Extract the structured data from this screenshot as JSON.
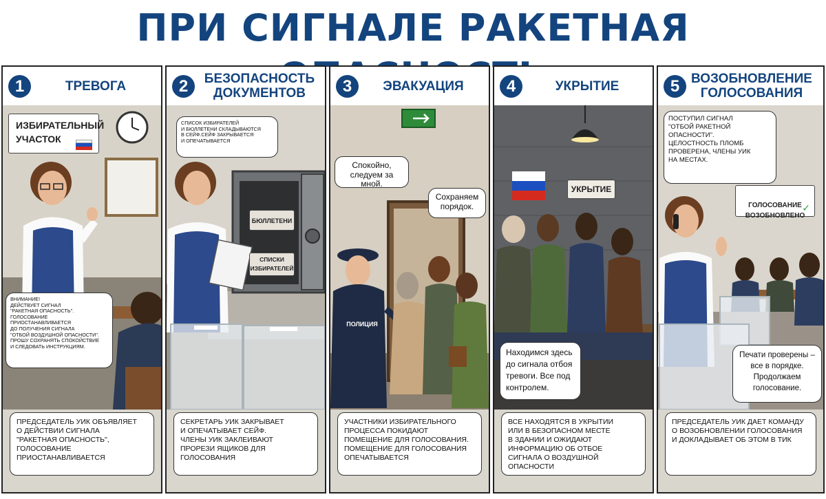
{
  "title": "ПРИ СИГНАЛЕ РАКЕТНАЯ ОПАСНОСТЬ",
  "colors": {
    "title": "#13447e",
    "badge": "#13447e"
  },
  "panels": [
    {
      "number": "1",
      "title": "ТРЕВОГА",
      "sign": "ИЗБИРАТЕЛЬНЫЙ\nУЧАСТОК",
      "notice": "ВНИМАНИЕ!\nДЕЙСТВУЕТ СИГНАЛ\n\"РАКЕТНАЯ ОПАСНОСТЬ\".\nГОЛОСОВАНИЕ ПРИОСТАНАВЛИВАЕТСЯ\nДО ПОЛУЧЕНИЯ СИГНАЛА\n\"ОТБОЙ ВОЗДУШНОЙ ОПАСНОСТИ\".\nПРОШУ СОХРАНЯТЬ СПОКОЙСТВИЕ\nИ СЛЕДОВАТЬ ИНСТРУКЦИЯМ.",
      "caption": "ПРЕДСЕДАТЕЛЬ УИК ОБЪЯВЛЯЕТ\nО ДЕЙСТВИИ СИГНАЛА\n\"РАКЕТНАЯ ОПАСНОСТЬ\",\nГОЛОСОВАНИЕ\nПРИОСТАНАВЛИВАЕТСЯ"
    },
    {
      "number": "2",
      "title": "БЕЗОПАСНОСТЬ\nДОКУМЕНТОВ",
      "bubble": "СПИСОК ИЗБИРАТЕЛЕЙ\nИ БЮЛЛЕТЕНИ СКЛАДЫВАЮТСЯ\nВ СЕЙФ.СЕЙФ ЗАКРЫВАЕТСЯ\nИ ОПЕЧАТЫВАЕТСЯ",
      "box_top": "БЮЛЛЕТЕНИ",
      "box_bottom": "СПИСКИ\nИЗБИРАТЕЛЕЙ",
      "caption": "СЕКРЕТАРЬ УИК ЗАКРЫВАЕТ\nИ ОПЕЧАТЫВАЕТ СЕЙФ.\nЧЛЕНЫ УИК ЗАКЛЕИВАЮТ\nПРОРЕЗИ ЯЩИКОВ ДЛЯ\nГОЛОСОВАНИЯ"
    },
    {
      "number": "3",
      "title": "ЭВАКУАЦИЯ",
      "bubble_1": "Спокойно,\nследуем за мной.",
      "bubble_2": "Сохраняем\nпорядок.",
      "police": "ПОЛИЦИЯ",
      "caption": "УЧАСТНИКИ ИЗБИРАТЕЛЬНОГО\nПРОЦЕССА ПОКИДАЮТ\nПОМЕЩЕНИЕ ДЛЯ ГОЛОСОВАНИЯ.\nПОМЕЩЕНИЕ ДЛЯ ГОЛОСОВАНИЯ\nОПЕЧАТЫВАЕТСЯ"
    },
    {
      "number": "4",
      "title": "УКРЫТИЕ",
      "sign": "УКРЫТИЕ",
      "bubble": "Находимся здесь\nдо сигнала отбоя\nтревоги. Все под\nконтролем.",
      "caption": "ВСЕ НАХОДЯТСЯ В УКРЫТИИ\nИЛИ В БЕЗОПАСНОМ МЕСТЕ\nВ ЗДАНИИ И ОЖИДАЮТ\nИНФОРМАЦИЮ ОБ ОТБОЕ\nСИГНАЛА О ВОЗДУШНОЙ\nОПАСНОСТИ"
    },
    {
      "number": "5",
      "title": "ВОЗОБНОВЛЕНИЕ\nГОЛОСОВАНИЯ",
      "bubble_1": "ПОСТУПИЛ СИГНАЛ\n\"ОТБОЙ РАКЕТНОЙ\nОПАСНОСТИ\".\nЦЕЛОСТНОСТЬ ПЛОМБ\nПРОВЕРЕНА, ЧЛЕНЫ УИК\nНА МЕСТАХ.",
      "sign": "ГОЛОСОВАНИЕ\nВОЗОБНОВЛЕНО",
      "check": "✓",
      "bubble_2": "Печати проверены –\nвсе в порядке.\nПродолжаем\nголосование.",
      "caption": "ПРЕДСЕДАТЕЛЬ УИК ДАЕТ КОМАНДУ\nО ВОЗОБНОВЛЕНИИ ГОЛОСОВАНИЯ\nИ ДОКЛАДЫВАЕТ ОБ ЭТОМ В ТИК"
    }
  ]
}
